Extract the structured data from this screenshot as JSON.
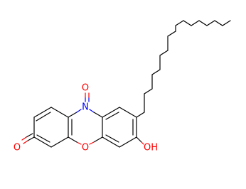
{
  "atoms": {
    "n_oxide_oxygen": "O",
    "ring_nitrogen": "N",
    "ring_oxygen": "O",
    "ketone_oxygen": "O",
    "hydroxyl": "OH"
  },
  "colors": {
    "bond": "#000000",
    "oxygen": "#ff0000",
    "nitrogen": "#0000ff",
    "background": "#ffffff"
  }
}
